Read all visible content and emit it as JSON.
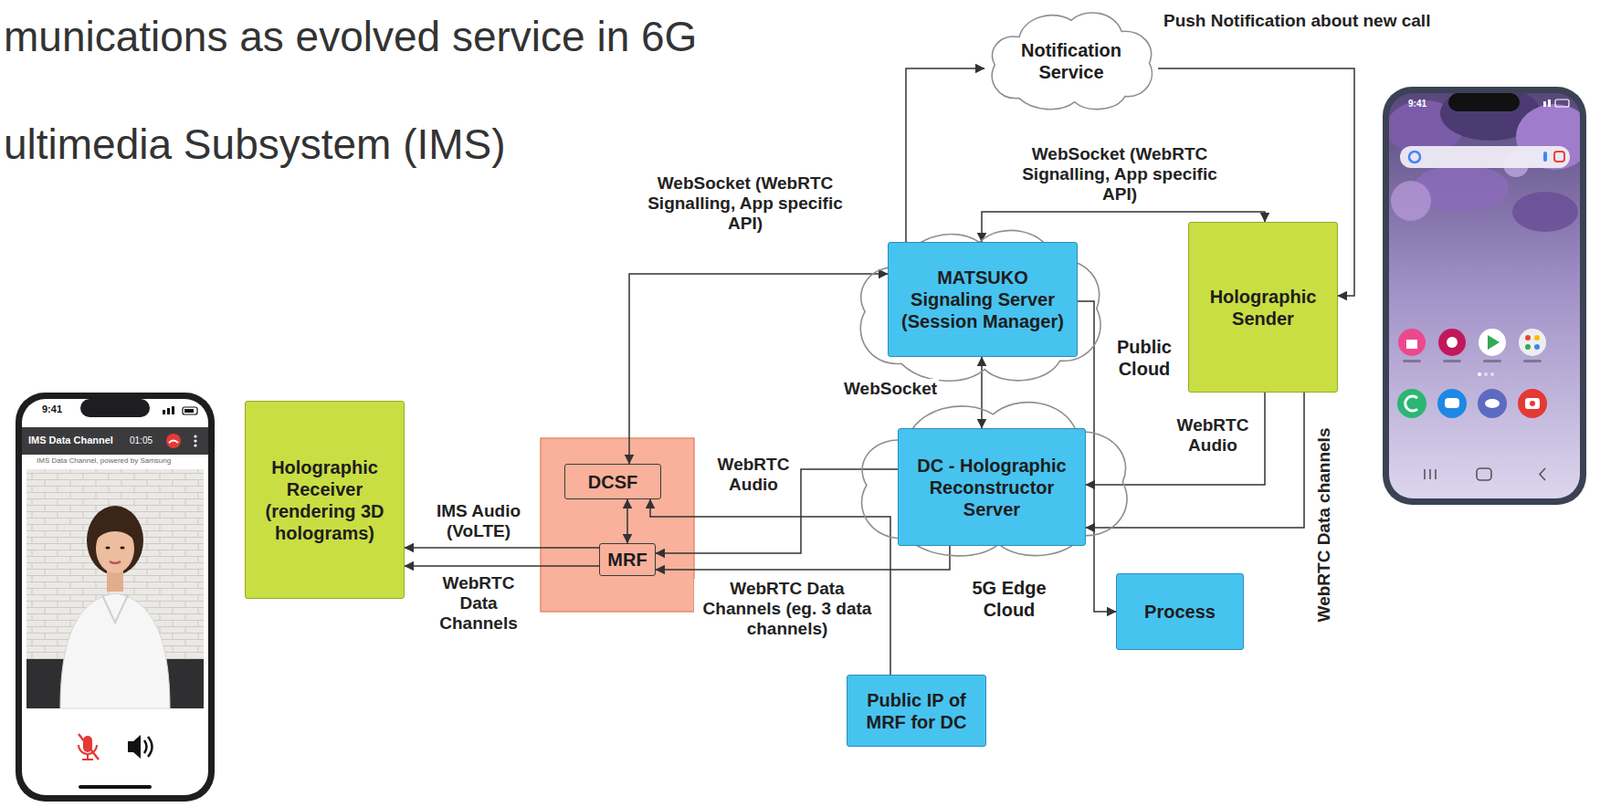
{
  "diagram": {
    "nodes": [
      {
        "text": [
          "Notification Service"
        ]
      },
      {
        "text": [
          "Public Cloud"
        ]
      },
      {
        "text": [
          "MATSUKO Signaling Server (Session Manager)"
        ],
        "in": 1
      },
      {
        "text": [
          "Holographic Sender"
        ]
      },
      {
        "text": [
          "Holographic Receiver (rendering 3D holograms)"
        ]
      },
      {
        "text": [
          "DCSF"
        ]
      },
      {
        "text": [
          "MRF"
        ]
      },
      {
        "text": [
          "5G Edge Cloud"
        ]
      },
      {
        "text": [
          "DC - Holographic Reconstructor Server"
        ],
        "in": 7
      },
      {
        "text": [
          "Process"
        ]
      },
      {
        "text": [
          "Public IP of MRF for DC"
        ]
      }
    ],
    "edges": [
      {
        "from": 2,
        "to": 0,
        "arrow": "to"
      },
      {
        "from": 0,
        "to": 3,
        "label": "Push Notification about new call",
        "arrow": "to"
      },
      {
        "from": 2,
        "to": 3,
        "label": "WebSocket (WebRTC Signalling, App specific API)",
        "arrow": "both"
      },
      {
        "from": 2,
        "to": 5,
        "label": "WebSocket (WebRTC Signalling, App specific API)",
        "arrow": "both"
      },
      {
        "from": 2,
        "to": 8,
        "label": "WebSocket",
        "arrow": "both"
      },
      {
        "from": 5,
        "to": 6,
        "arrow": "both"
      },
      {
        "from": 3,
        "to": 8,
        "label": "WebRTC Audio",
        "arrow": "to"
      },
      {
        "from": 3,
        "to": 8,
        "label": "WebRTC Data channels",
        "arrow": "to"
      },
      {
        "from": 8,
        "to": 6,
        "label": "WebRTC Audio",
        "arrow": "to"
      },
      {
        "from": 8,
        "to": 6,
        "label": "WebRTC Data Channels (eg. 3 data channels)",
        "arrow": "to"
      },
      {
        "from": 2,
        "to": 9,
        "arrow": "to"
      },
      {
        "from": 10,
        "to": 5,
        "arrow": "to"
      },
      {
        "from": 6,
        "to": 4,
        "label": "IMS Audio (VoLTE)",
        "arrow": "to"
      },
      {
        "from": 6,
        "to": 4,
        "label": "WebRTC Data Channels",
        "arrow": "to"
      }
    ],
    "labels": [
      "munications as evolved service in 6G",
      "ultimedia Subsystem (IMS)",
      "9:41",
      "IMS Data Channel",
      "01:05",
      "IMS Data Channel, powered by Samsung",
      "9:41"
    ]
  }
}
